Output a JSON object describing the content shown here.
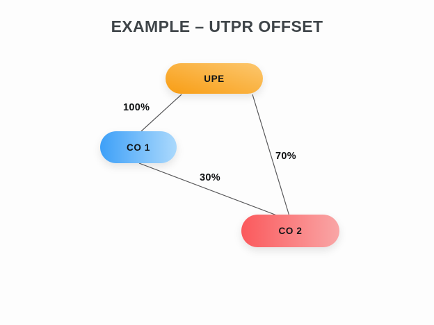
{
  "title": "EXAMPLE – UTPR OFFSET",
  "diagram": {
    "nodes": [
      {
        "id": "upe",
        "label": "UPE",
        "color_start": "#F89D14",
        "color_end": "#FCC76E"
      },
      {
        "id": "co1",
        "label": "CO 1",
        "color_start": "#3EA0F8",
        "color_end": "#ABD9FC"
      },
      {
        "id": "co2",
        "label": "CO 2",
        "color_start": "#FB595C",
        "color_end": "#F9A6A6"
      }
    ],
    "edges": [
      {
        "from": "UPE",
        "to": "CO 1",
        "label": "100%"
      },
      {
        "from": "UPE",
        "to": "CO 2",
        "label": "70%"
      },
      {
        "from": "CO 1",
        "to": "CO 2",
        "label": "30%"
      }
    ]
  },
  "colors": {
    "background": "#FDFDFD",
    "title_text": "#3F4549",
    "node_text": "#101417",
    "edge_line": "#58585A",
    "edge_label_text": "#0F1113"
  }
}
